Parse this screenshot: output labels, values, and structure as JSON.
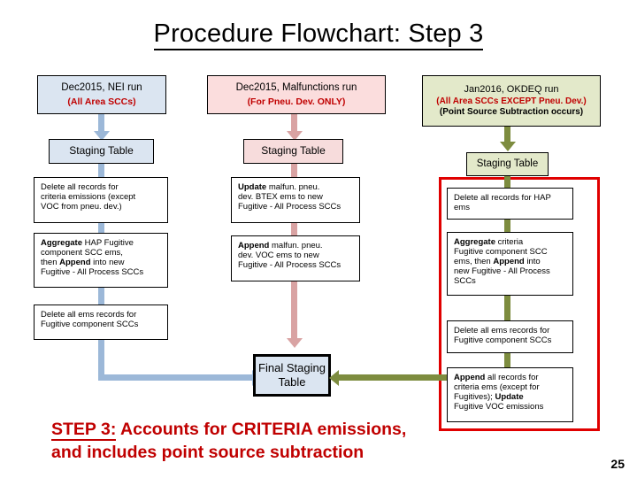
{
  "page": {
    "title_text": "Procedure Flowchart: Step 3",
    "page_number": "25"
  },
  "columns": {
    "left": {
      "source": {
        "line1": "Dec2015, NEI run",
        "line2": "(All Area SCCs)",
        "color": "#dbe5f1"
      },
      "staging": {
        "label": "Staging Table",
        "color": "#dbe5f1"
      },
      "steps": [
        {
          "text": "Delete all records for criteria emissions (except VOC from pneu. dev.)"
        },
        {
          "text": "Aggregate HAP Fugitive component SCC ems, then Append into new Fugitive - All Process SCCs"
        },
        {
          "text": "Delete all ems records for Fugitive component SCCs"
        }
      ],
      "connector_color": "#9cb8d8"
    },
    "middle": {
      "source": {
        "line1": "Dec2015, Malfunctions run",
        "line2": "(For Pneu. Dev. ONLY)",
        "color": "#fbdddd"
      },
      "staging": {
        "label": "Staging Table",
        "color": "#f7dcdc"
      },
      "steps": [
        {
          "text": "Update malfun. pneu. dev. BTEX ems to new Fugitive - All Process SCCs"
        },
        {
          "text": "Append malfun. pneu. dev. VOC ems to new Fugitive - All Process SCCs"
        }
      ],
      "connector_color": "#d9a3a3"
    },
    "right": {
      "source": {
        "line1": "Jan2016, OKDEQ run",
        "line2": "(All Area SCCs EXCEPT Pneu. Dev.)",
        "line3": "(Point Source Subtraction occurs)",
        "color": "#e3e9ca"
      },
      "staging": {
        "label": "Staging Table",
        "color": "#e3e9ca"
      },
      "steps": [
        {
          "text": "Delete all records for HAP ems"
        },
        {
          "text": "Aggregate criteria Fugitive component SCC ems, then Append into new Fugitive - All Process SCCs"
        },
        {
          "text": "Delete all ems records for Fugitive component SCCs"
        },
        {
          "text": "Append all records for criteria ems (except for Fugitives); Update Fugitive VOC emissions"
        }
      ],
      "connector_color": "#7d8c3f",
      "group_border_color": "#e00000"
    }
  },
  "final_node": {
    "line1": "Final Staging",
    "line2": "Table"
  },
  "footer": {
    "lead": "STEP 3:",
    "rest": " Accounts for CRITERIA emissions,",
    "line2": "and includes point source subtraction",
    "color": "#c00000"
  },
  "text_fragments": {
    "left_step1": {
      "l1": "Delete all records for",
      "l2": "criteria emissions (except",
      "l3": "VOC from pneu. dev.)"
    },
    "left_step2": {
      "bold1": "Aggregate",
      "p1": " HAP Fugitive",
      "l2": "component SCC ems,",
      "l3pre": "then ",
      "bold2": "Append",
      "l3post": " into new",
      "l4": "Fugitive - All Process SCCs"
    },
    "left_step3": {
      "l1": "Delete all ems records for",
      "l2": "Fugitive component SCCs"
    },
    "mid_step1": {
      "bold1": "Update",
      "p1": " malfun. pneu.",
      "l2": "dev. BTEX ems to new",
      "l3": "Fugitive - All Process SCCs"
    },
    "mid_step2": {
      "bold1": "Append",
      "p1": " malfun. pneu.",
      "l2": "dev. VOC ems to new",
      "l3": "Fugitive - All Process SCCs"
    },
    "right_step1": {
      "l1": "Delete all records for HAP",
      "l2": "ems"
    },
    "right_step2": {
      "bold1": "Aggregate",
      "p1": " criteria",
      "l2": "Fugitive component SCC",
      "l3pre": "ems, then ",
      "bold2": "Append",
      "l3post": " into",
      "l4": "new Fugitive - All Process",
      "l5": "SCCs"
    },
    "right_step3": {
      "l1": "Delete all ems records for",
      "l2": "Fugitive component SCCs"
    },
    "right_step4": {
      "bold1": "Append",
      "p1": " all records for",
      "l2": "criteria ems (except for",
      "l3pre": "Fugitives); ",
      "bold2": "Update",
      "l4": "Fugitive VOC emissions"
    }
  }
}
